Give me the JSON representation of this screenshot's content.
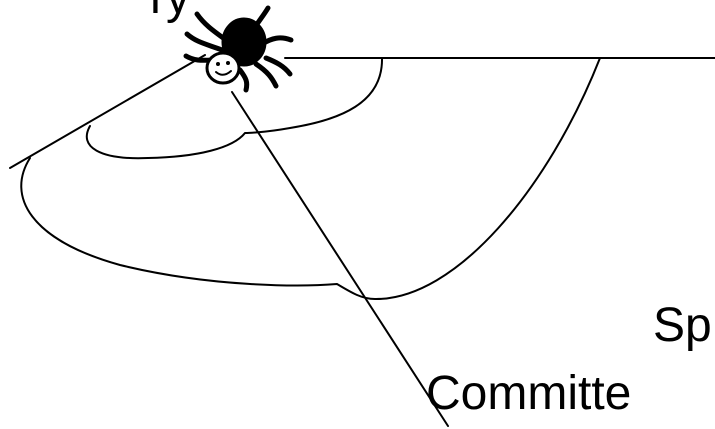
{
  "labels": {
    "top": "ry",
    "right": "Sp",
    "bottom": "Committe"
  },
  "icon": "spider-icon",
  "colors": {
    "ink": "#000000",
    "background": "#ffffff"
  }
}
